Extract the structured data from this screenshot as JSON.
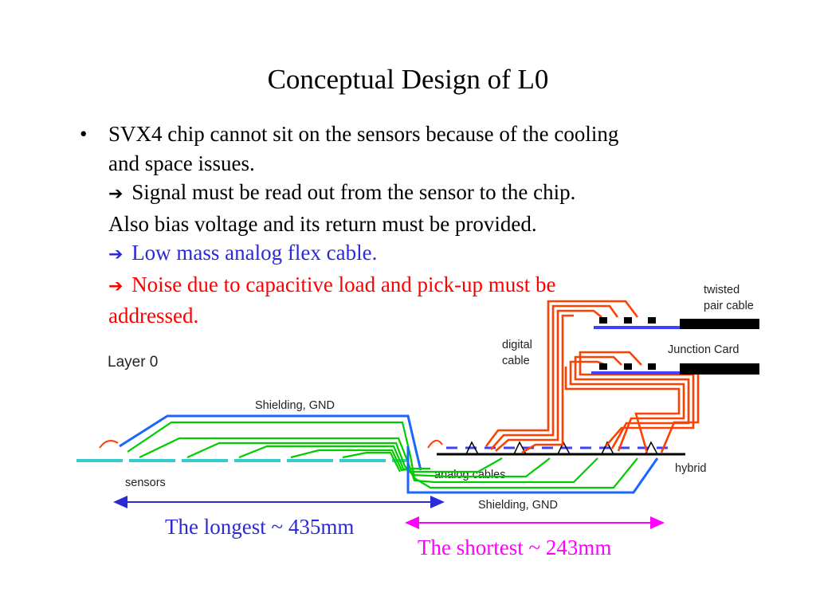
{
  "title": "Conceptual Design of L0",
  "bullet": {
    "symbol": "•",
    "lines": [
      "SVX4 chip cannot sit on the sensors because of the cooling",
      "and space issues."
    ],
    "arrow_lines": [
      {
        "text": "Signal must be read out from the sensor to the chip.",
        "color": "#000000"
      }
    ],
    "plain_line": "Also bias voltage and its return must be provided.",
    "arrow_lines_2": [
      {
        "text": "Low mass analog flex cable.",
        "color": "#2b2bd6"
      },
      {
        "text": "Noise due to capacitive load and pick-up must be",
        "color": "#ff0000"
      }
    ],
    "tail_line": "addressed.",
    "arrow_glyph": "➔"
  },
  "diagram": {
    "layer_label": "Layer 0",
    "shielding_top": "Shielding, GND",
    "shielding_bottom": "Shielding, GND",
    "sensors": "sensors",
    "analog_cables": "analog cables",
    "hybrid": "hybrid",
    "digital_cable_1": "digital",
    "digital_cable_2": "cable",
    "junction_card": "Junction Card",
    "twisted_1": "twisted",
    "twisted_2": "pair cable",
    "longest": "The longest ~ 435mm",
    "shortest": "The shortest ~ 243mm",
    "colors": {
      "sensor": "#33cccc",
      "green_cable": "#00cc00",
      "blue_shield": "#1a66ff",
      "orange_cable": "#ff4000",
      "junction": "#4040ff",
      "longest_arrow": "#2b2bd6",
      "shortest_arrow": "#ff00ff"
    }
  }
}
